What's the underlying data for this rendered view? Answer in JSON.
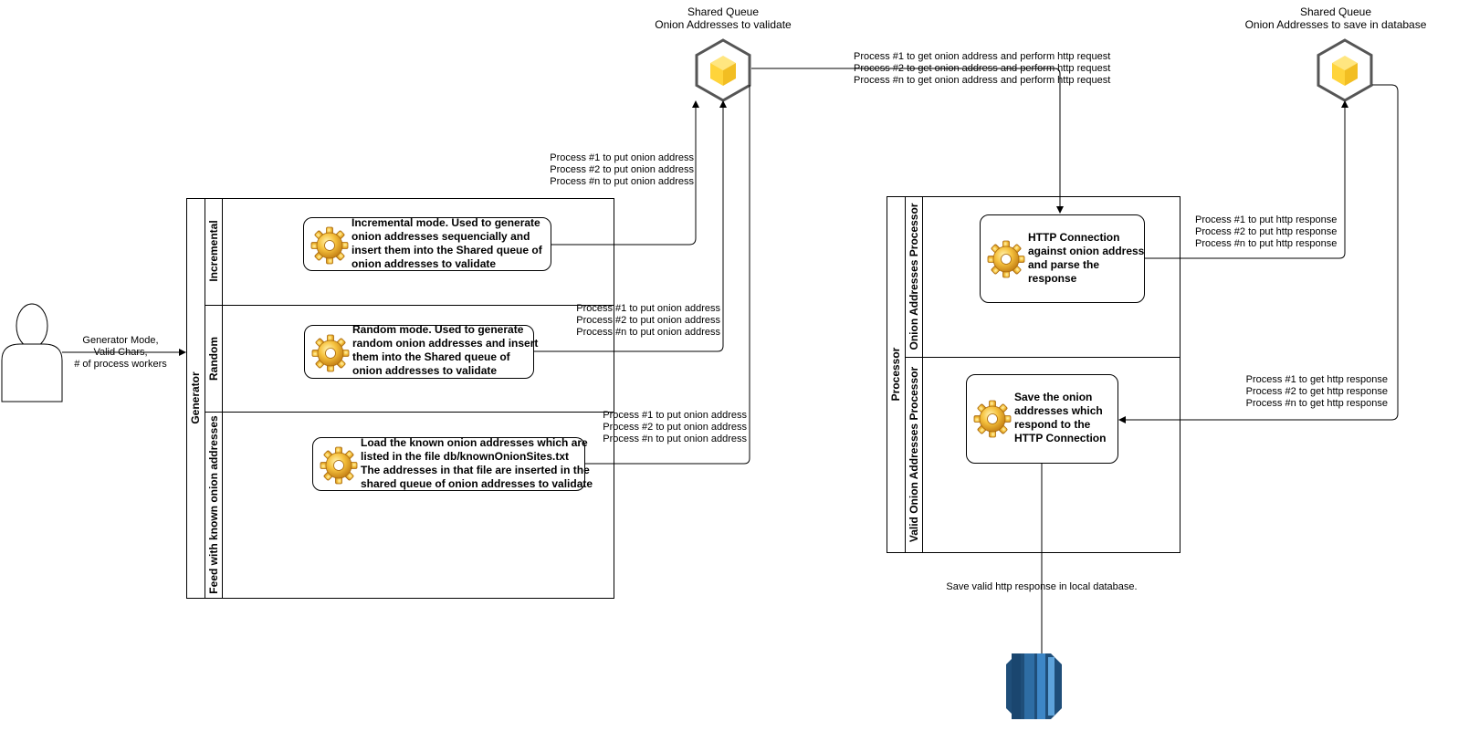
{
  "actor": {
    "input_label": [
      "Generator Mode,",
      "Valid Chars,",
      "# of process workers"
    ]
  },
  "queues": {
    "validate": {
      "title": "Shared Queue",
      "subtitle": "Onion Addresses to validate"
    },
    "save": {
      "title": "Shared Queue",
      "subtitle": "Onion Addresses to save in database"
    }
  },
  "generator": {
    "pool_label": "Generator",
    "lanes": {
      "incremental": "Incremental",
      "random": "Random",
      "known": "Feed with known onion addresses"
    },
    "tasks": {
      "incremental": [
        "Incremental mode. Used to generate",
        "onion addresses sequencially and",
        "insert them into the Shared queue of",
        "onion addresses to validate"
      ],
      "random": [
        "Random mode. Used to generate",
        "random onion addresses and insert",
        "them into the Shared queue of",
        "onion addresses to validate"
      ],
      "known": [
        "Load the known onion addresses which are",
        "listed in the file db/knownOnionSites.txt",
        "The addresses in that file are inserted in the",
        "shared queue of onion addresses to validate"
      ]
    }
  },
  "processor": {
    "pool_label": "Processor",
    "lanes": {
      "onion": "Onion Addresses Processor",
      "valid": "Valid Onion Addresses Processor"
    },
    "tasks": {
      "http": [
        "HTTP Connection",
        "against onion address",
        "and parse the",
        "response"
      ],
      "save": [
        "Save the onion",
        "addresses which",
        "respond to the",
        "HTTP Connection"
      ]
    }
  },
  "edge_labels": {
    "put_incremental": [
      "Process #1 to put onion address",
      "Process #2 to put onion address",
      "Process #n to put onion address"
    ],
    "put_random": [
      "Process #1 to put onion address",
      "Process #2 to put onion address",
      "Process #n to put onion address"
    ],
    "put_known": [
      "Process #1 to put onion address",
      "Process #2 to put onion address",
      "Process #n to put onion address"
    ],
    "get_onion": [
      "Process #1 to get onion address and perform http request",
      "Process #2 to get onion address and perform http request",
      "Process #n to get onion address and perform http request"
    ],
    "put_http": [
      "Process #1 to put http response",
      "Process #2 to put http response",
      "Process #n to put http response"
    ],
    "get_http": [
      "Process #1 to get http response",
      "Process #2 to get http response",
      "Process #n to get http response"
    ],
    "save_db": "Save valid http response in local database."
  },
  "icons": {
    "actor": "user-icon",
    "queue": "queue-cube-icon",
    "task": "gear-icon",
    "database": "database-icon"
  },
  "colors": {
    "cube_yellow": "#FFD43B",
    "cube_frame": "#555555",
    "db_blue": "#2E6DA4"
  }
}
